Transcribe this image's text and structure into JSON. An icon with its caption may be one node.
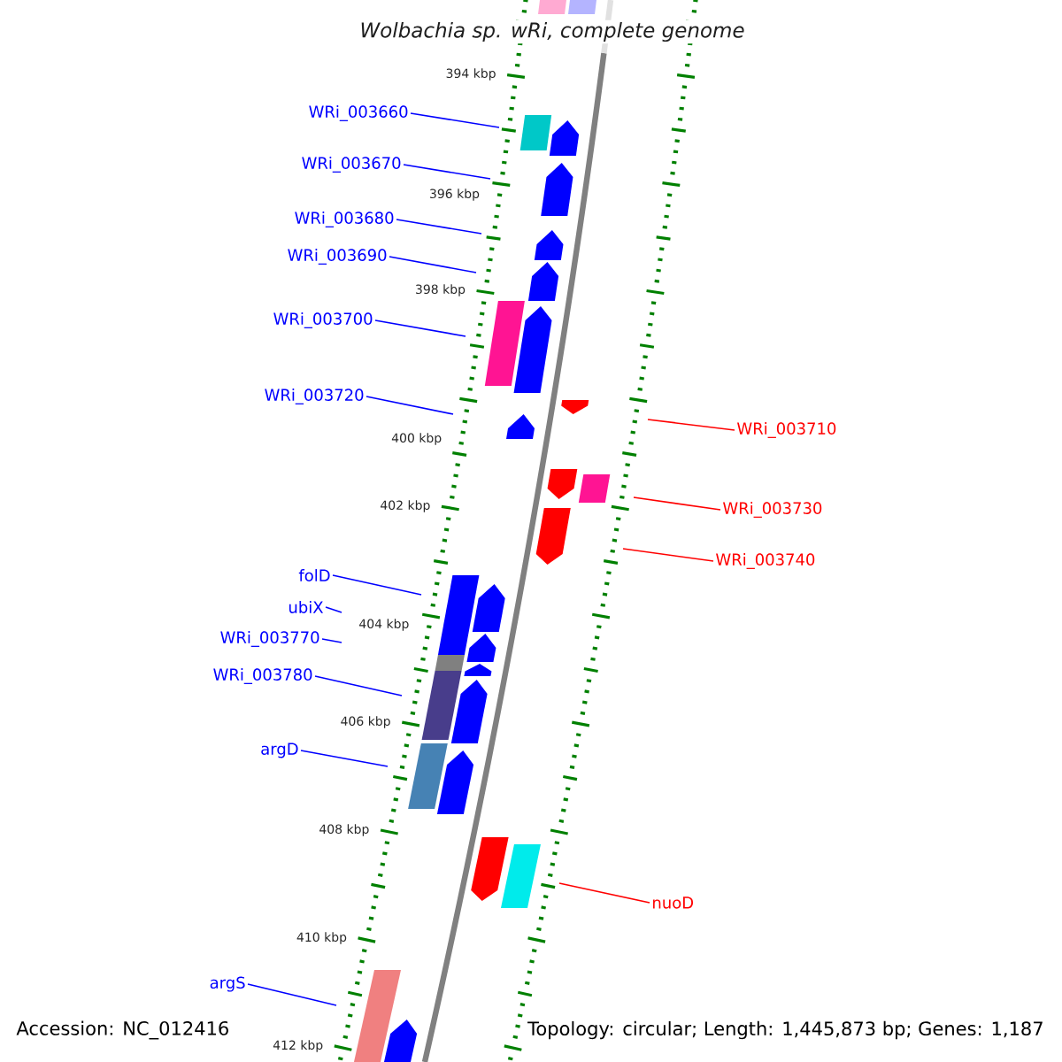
{
  "diagram": {
    "title": "Wolbachia sp. wRi, complete genome",
    "nodes": [
      {
        "text": [
          "WRi_003660"
        ]
      },
      {
        "text": [
          "WRi_003670"
        ]
      },
      {
        "text": [
          "WRi_003680"
        ]
      },
      {
        "text": [
          "WRi_003690"
        ]
      },
      {
        "text": [
          "WRi_003700"
        ]
      },
      {
        "text": [
          "WRi_003720"
        ]
      },
      {
        "text": [
          "WRi_003710"
        ]
      },
      {
        "text": [
          "WRi_003730"
        ]
      },
      {
        "text": [
          "WRi_003740"
        ]
      },
      {
        "text": [
          "folD"
        ]
      },
      {
        "text": [
          "ubiX"
        ]
      },
      {
        "text": [
          "WRi_003770"
        ]
      },
      {
        "text": [
          "WRi_003780"
        ]
      },
      {
        "text": [
          "argD"
        ]
      },
      {
        "text": [
          "nuoD"
        ]
      },
      {
        "text": [
          "argS"
        ]
      }
    ],
    "edges": [
      {
        "from": 0,
        "to": null,
        "arrow": "none"
      },
      {
        "from": 1,
        "to": null,
        "arrow": "none"
      },
      {
        "from": 2,
        "to": null,
        "arrow": "none"
      },
      {
        "from": 3,
        "to": null,
        "arrow": "none"
      },
      {
        "from": 4,
        "to": null,
        "arrow": "none"
      },
      {
        "from": 5,
        "to": null,
        "arrow": "none"
      },
      {
        "from": 6,
        "to": null,
        "arrow": "none",
        "color": "#ff0000"
      },
      {
        "from": 7,
        "to": null,
        "arrow": "none",
        "color": "#ff0000"
      },
      {
        "from": 8,
        "to": null,
        "arrow": "none",
        "color": "#ff0000"
      },
      {
        "from": 9,
        "to": null,
        "arrow": "none"
      },
      {
        "from": 10,
        "to": null,
        "arrow": "none"
      },
      {
        "from": 11,
        "to": null,
        "arrow": "none"
      },
      {
        "from": 12,
        "to": null,
        "arrow": "none"
      },
      {
        "from": 13,
        "to": null,
        "arrow": "none"
      },
      {
        "from": 14,
        "to": null,
        "arrow": "none",
        "color": "#ff0000"
      },
      {
        "from": 15,
        "to": null,
        "arrow": "none"
      }
    ],
    "labels": [
      "394 kbp",
      "396 kbp",
      "398 kbp",
      "400 kbp",
      "402 kbp",
      "404 kbp",
      "406 kbp",
      "408 kbp",
      "410 kbp",
      "412 kbp",
      "Accession: NC_012416",
      "Topology: circular; Length: 1,445,873 bp; Genes: 1,187"
    ]
  }
}
